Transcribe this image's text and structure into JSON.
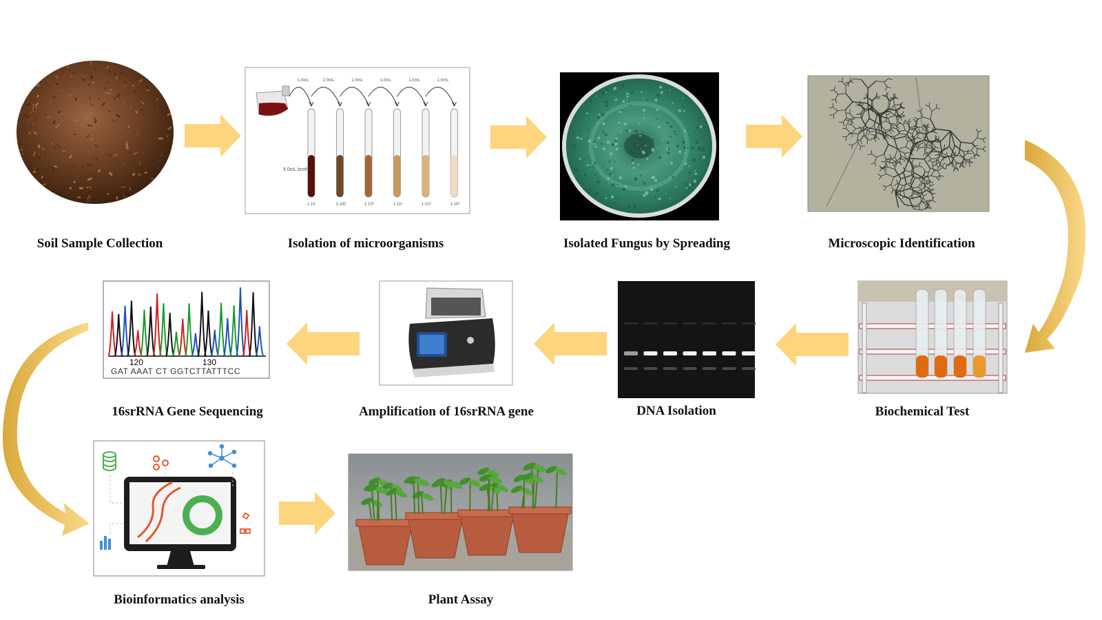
{
  "colors": {
    "arrow": "#fdd57e",
    "arrow_curve": "#f7c95d",
    "soil": "#6b3f22",
    "fungus": "#2f7f64",
    "gel": "#1b1b1b"
  },
  "dilution": {
    "volume_labels": [
      "1.0mL",
      "1.0mL",
      "1.0mL",
      "1.0mL",
      "1.0mL",
      "1.0mL"
    ],
    "broth_label": "9.0mL broth",
    "ratio_labels": [
      "1:10",
      "1:100",
      "1:10³",
      "1:10⁴",
      "1:10⁵",
      "1:10⁶"
    ]
  },
  "sequencing": {
    "pos_labels": [
      "120",
      "130"
    ],
    "bases": "GAT AAAT CT GGTCTTATTTCC"
  },
  "steps": [
    {
      "label": "Soil Sample Collection"
    },
    {
      "label": "Isolation of microorganisms"
    },
    {
      "label": "Isolated Fungus by Spreading"
    },
    {
      "label": "Microscopic Identification"
    },
    {
      "label": "Biochemical Test"
    },
    {
      "label": "DNA Isolation"
    },
    {
      "label": "Amplification of 16srRNA gene"
    },
    {
      "label": "16srRNA Gene  Sequencing"
    },
    {
      "label": "Bioinformatics analysis"
    },
    {
      "label": "Plant Assay"
    }
  ]
}
